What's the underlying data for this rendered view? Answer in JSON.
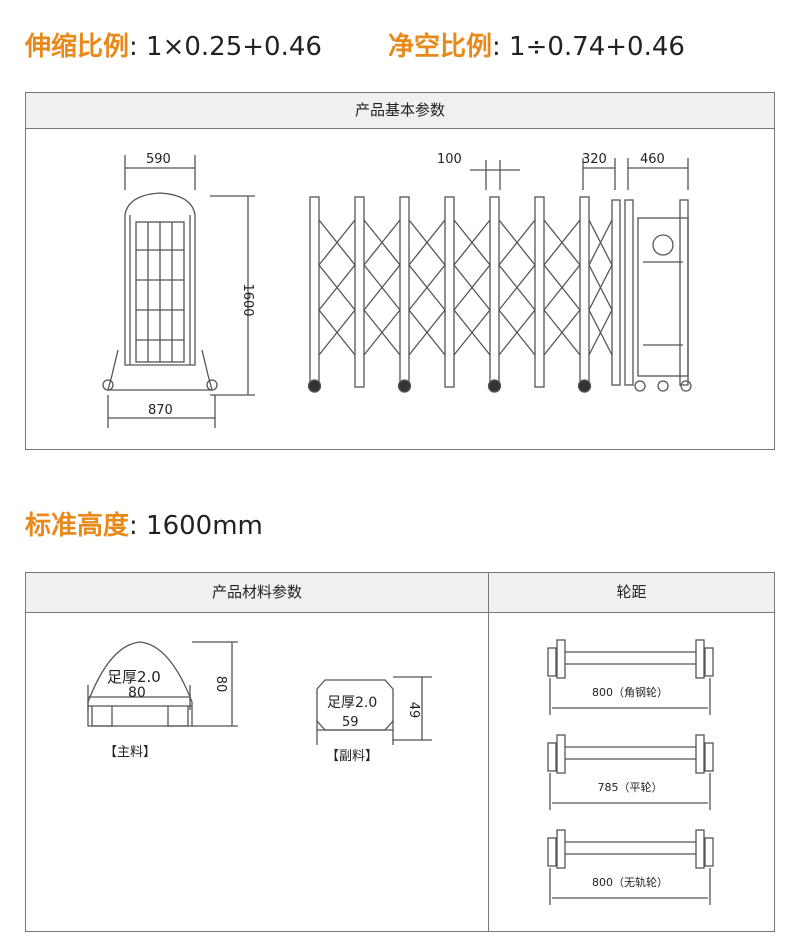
{
  "header": {
    "telescopic_ratio_label": "伸缩比例",
    "telescopic_ratio_value": ": 1×0.25+0.46",
    "clear_ratio_label": "净空比例",
    "clear_ratio_value": ": 1÷0.74+0.46"
  },
  "basic_params": {
    "title": "产品基本参数",
    "front_view": {
      "top_width": "590",
      "height": "1600",
      "base_width": "870"
    },
    "side_view": {
      "gap": "100",
      "pillar": "320",
      "cabinet": "460"
    }
  },
  "standard_height": {
    "label": "标准高度",
    "value": ": 1600mm"
  },
  "material_params": {
    "title": "产品材料参数",
    "main": {
      "width": "80",
      "height": "80",
      "thickness": "足厚2.0",
      "caption": "【主料】"
    },
    "secondary": {
      "width": "59",
      "height": "49",
      "thickness": "足厚2.0",
      "caption": "【副料】"
    }
  },
  "wheelbase": {
    "title": "轮距",
    "items": [
      {
        "label": "800（角钢轮）"
      },
      {
        "label": "785（平轮）"
      },
      {
        "label": "800（无轨轮）"
      }
    ]
  },
  "colors": {
    "accent": "#e8891c",
    "line": "#555555",
    "header_bg": "#f0f0f0"
  }
}
